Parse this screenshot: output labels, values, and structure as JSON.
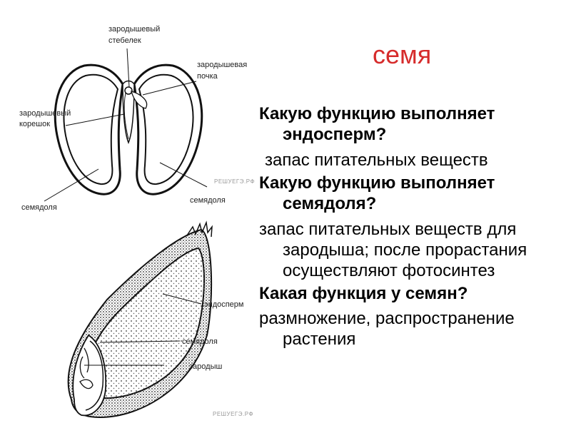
{
  "slide": {
    "title": "семя",
    "qa": [
      {
        "question": "Какую функцию выполняет эндосперм?",
        "answer": "запас питательных веществ"
      },
      {
        "question": "Какую функцию выполняет семядоля?",
        "answer": "запас питательных веществ для зародыша; после прорастания осуществляют фотосинтез"
      },
      {
        "question": "Какая функция у семян?",
        "answer": "размножение, распространение растения"
      }
    ]
  },
  "bean_diagram": {
    "labels": {
      "stem_l1": "зародышевый",
      "stem_l2": "стебелек",
      "bud_l1": "зародышевая",
      "bud_l2": "почка",
      "root_l1": "зародышевый",
      "root_l2": "корешок",
      "cotyledon_left": "семядоля",
      "cotyledon_right": "семядоля"
    },
    "watermark": "РЕШУЕГЭ.РФ"
  },
  "wheat_diagram": {
    "labels": {
      "endosperm": "эндосперм",
      "cotyledon": "семядоля",
      "embryo": "зародыш"
    },
    "watermark": "РЕШУЕГЭ.РФ"
  },
  "colors": {
    "title": "#d62b2b",
    "text": "#000000",
    "labels": "#222222",
    "watermark": "#9a9a9a"
  }
}
